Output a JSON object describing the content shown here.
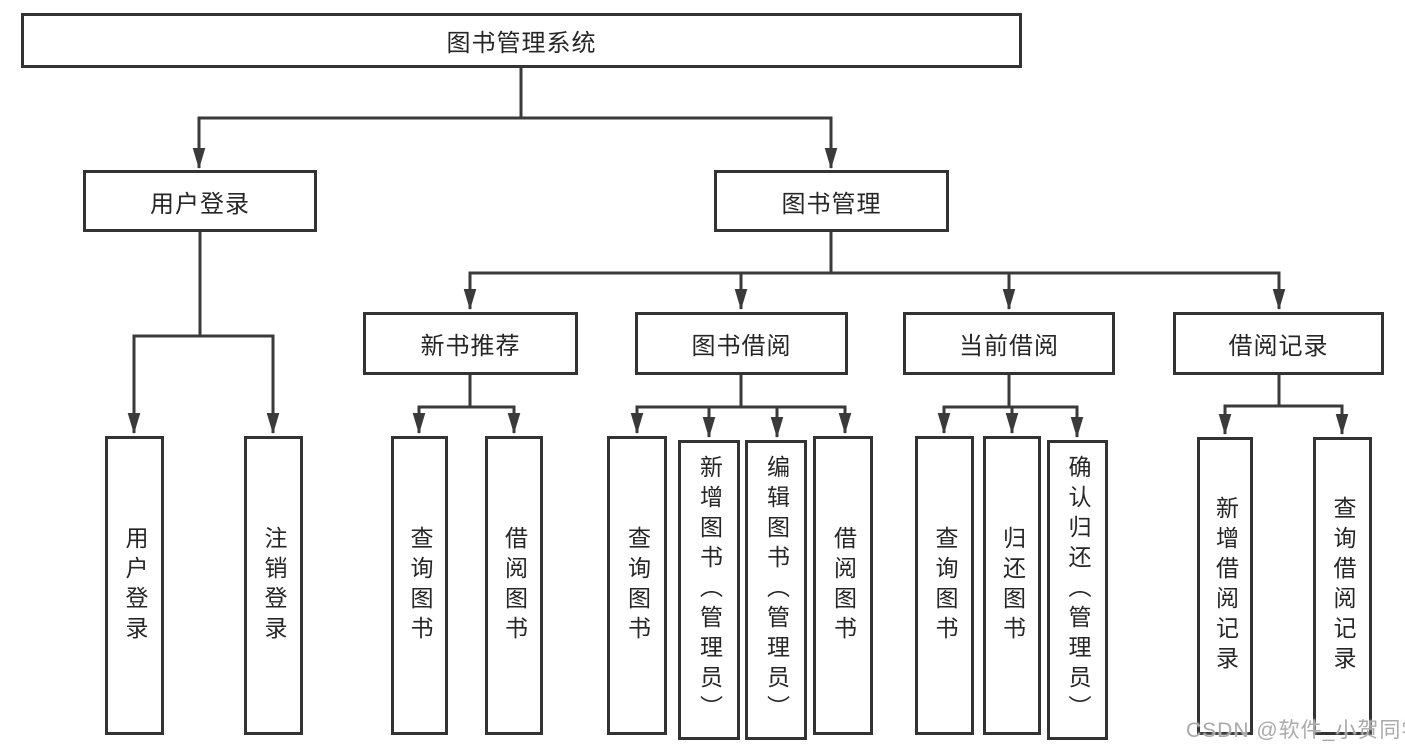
{
  "diagram": {
    "type": "hierarchy-tree",
    "root": "图书管理系统",
    "branches": [
      {
        "label": "用户登录",
        "children": [
          "用户登录",
          "注销登录"
        ]
      },
      {
        "label": "图书管理",
        "children": [
          {
            "label": "新书推荐",
            "children": [
              "查询图书",
              "借阅图书"
            ]
          },
          {
            "label": "图书借阅",
            "children": [
              "查询图书",
              "新增图书（管理员）",
              "编辑图书（管理员）",
              "借阅图书"
            ]
          },
          {
            "label": "当前借阅",
            "children": [
              "查询图书",
              "归还图书",
              "确认归还（管理员）"
            ]
          },
          {
            "label": "借阅记录",
            "children": [
              "新增借阅记录",
              "查询借阅记录"
            ]
          }
        ]
      }
    ]
  },
  "watermark": {
    "text": "CSDN @软件_小贺同学"
  },
  "colors": {
    "line": "#3a3a3a",
    "box_border": "#333333",
    "text": "#262626",
    "background": "#ffffff",
    "watermark": "#aaaaaa"
  }
}
